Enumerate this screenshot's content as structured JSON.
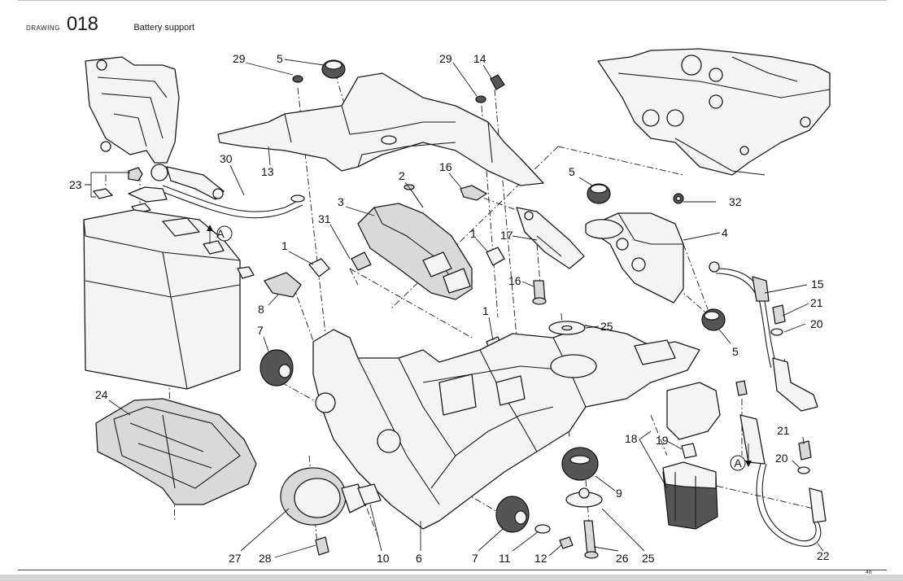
{
  "header": {
    "drawing_label": "DRAWING",
    "drawing_number": "018",
    "title": "Battery support"
  },
  "page_number": "46",
  "callouts": [
    {
      "id": "c29a",
      "text": "29"
    },
    {
      "id": "c5a",
      "text": "5"
    },
    {
      "id": "c29b",
      "text": "29"
    },
    {
      "id": "c14",
      "text": "14"
    },
    {
      "id": "c30",
      "text": "30"
    },
    {
      "id": "c13",
      "text": "13"
    },
    {
      "id": "c23",
      "text": "23"
    },
    {
      "id": "c2",
      "text": "2"
    },
    {
      "id": "c16a",
      "text": "16"
    },
    {
      "id": "c5b",
      "text": "5"
    },
    {
      "id": "c32",
      "text": "32"
    },
    {
      "id": "c3",
      "text": "3"
    },
    {
      "id": "cA1",
      "text": "A"
    },
    {
      "id": "c31",
      "text": "31"
    },
    {
      "id": "c1a",
      "text": "1"
    },
    {
      "id": "c1b",
      "text": "1"
    },
    {
      "id": "c17",
      "text": "17"
    },
    {
      "id": "c4",
      "text": "4"
    },
    {
      "id": "c16b",
      "text": "16"
    },
    {
      "id": "c15",
      "text": "15"
    },
    {
      "id": "c8",
      "text": "8"
    },
    {
      "id": "c21a",
      "text": "21"
    },
    {
      "id": "c1c",
      "text": "1"
    },
    {
      "id": "c25a",
      "text": "25"
    },
    {
      "id": "c20a",
      "text": "20"
    },
    {
      "id": "c7a",
      "text": "7"
    },
    {
      "id": "c5c",
      "text": "5"
    },
    {
      "id": "c24",
      "text": "24"
    },
    {
      "id": "c18",
      "text": "18"
    },
    {
      "id": "c19",
      "text": "19"
    },
    {
      "id": "c21b",
      "text": "21"
    },
    {
      "id": "cA2",
      "text": "A"
    },
    {
      "id": "c20b",
      "text": "20"
    },
    {
      "id": "c9",
      "text": "9"
    },
    {
      "id": "c27",
      "text": "27"
    },
    {
      "id": "c28",
      "text": "28"
    },
    {
      "id": "c10",
      "text": "10"
    },
    {
      "id": "c6",
      "text": "6"
    },
    {
      "id": "c7b",
      "text": "7"
    },
    {
      "id": "c11",
      "text": "11"
    },
    {
      "id": "c12",
      "text": "12"
    },
    {
      "id": "c26",
      "text": "26"
    },
    {
      "id": "c25b",
      "text": "25"
    },
    {
      "id": "c22",
      "text": "22"
    }
  ]
}
